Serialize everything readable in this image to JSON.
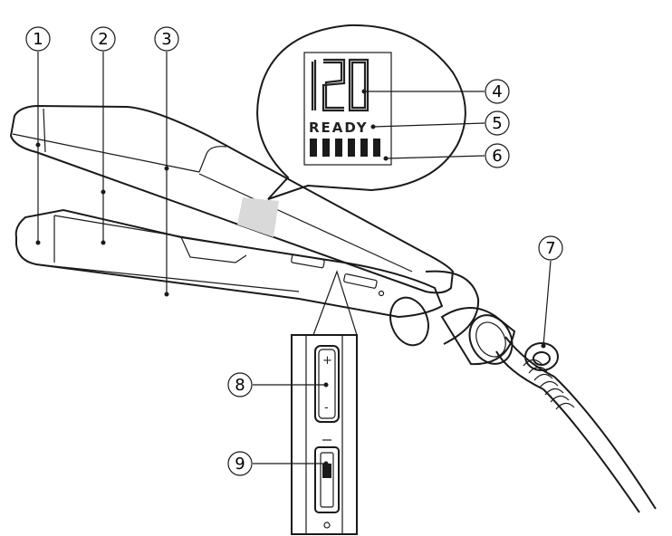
{
  "callouts": [
    {
      "number": "1"
    },
    {
      "number": "2"
    },
    {
      "number": "3"
    },
    {
      "number": "4"
    },
    {
      "number": "5"
    },
    {
      "number": "6"
    },
    {
      "number": "7"
    },
    {
      "number": "8"
    },
    {
      "number": "9"
    }
  ],
  "display": {
    "temperature": "120",
    "status": "READY",
    "level_bars": 6
  },
  "side_controls": {
    "plus_symbol": "+",
    "minus_symbol": "-"
  },
  "colors": {
    "outline": "#1a1a1a",
    "highlight": "#d9d9d9",
    "background": "#ffffff"
  }
}
